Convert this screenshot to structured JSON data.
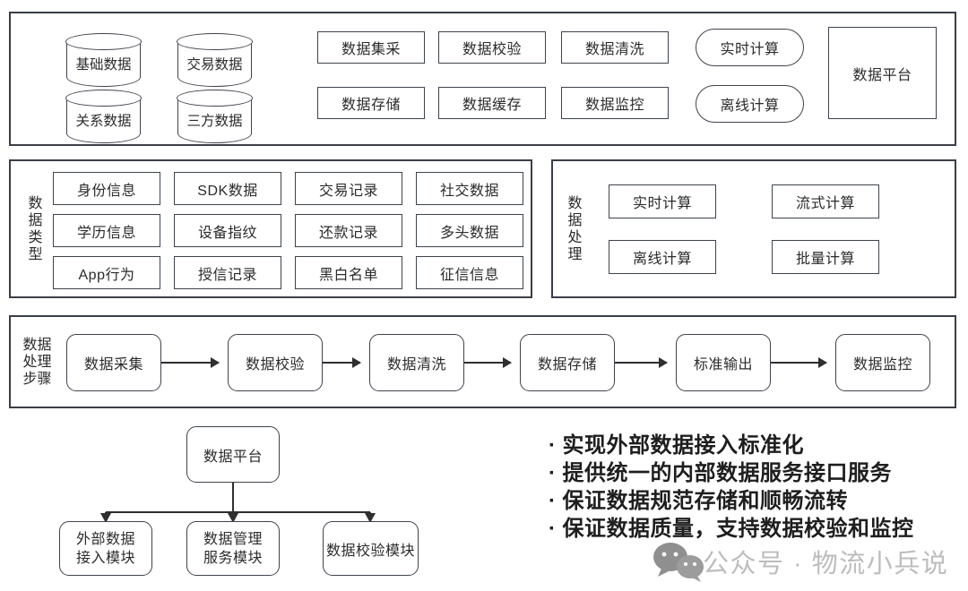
{
  "top_section": {
    "databases": [
      "基础数据",
      "交易数据",
      "关系数据",
      "三方数据"
    ],
    "process_row1": [
      "数据集采",
      "数据校验",
      "数据清洗"
    ],
    "process_row2": [
      "数据存储",
      "数据缓存",
      "数据监控"
    ],
    "compute": [
      "实时计算",
      "离线计算"
    ],
    "platform_label": "数据平台"
  },
  "data_types": {
    "label": "数据类型",
    "rows": [
      [
        "身份信息",
        "SDK数据",
        "交易记录",
        "社交数据"
      ],
      [
        "学历信息",
        "设备指纹",
        "还款记录",
        "多头数据"
      ],
      [
        "App行为",
        "授信记录",
        "黑白名单",
        "征信信息"
      ]
    ]
  },
  "data_processing": {
    "label": "数据处理",
    "rows": [
      [
        "实时计算",
        "流式计算"
      ],
      [
        "离线计算",
        "批量计算"
      ]
    ]
  },
  "pipeline": {
    "label": "数据处理步骤",
    "steps": [
      "数据采集",
      "数据校验",
      "数据清洗",
      "数据存储",
      "标准输出",
      "数据监控"
    ]
  },
  "platform_tree": {
    "root": "数据平台",
    "children": [
      "外部数据\n接入模块",
      "数据管理\n服务模块",
      "数据校验模块"
    ]
  },
  "notes": [
    "实现外部数据接入标准化",
    "提供统一的内部数据服务接口服务",
    "保证数据规范存储和顺畅流转",
    "保证数据质量，支持数据校验和监控"
  ],
  "watermark": {
    "icon": "wechat-icon",
    "text": "公众号 · 物流小兵说"
  },
  "colors": {
    "line": "#3a3e46",
    "text": "#2b2b2b",
    "watermark_text": "#bdbdbd",
    "watermark_icon": "#8b8b8b"
  }
}
